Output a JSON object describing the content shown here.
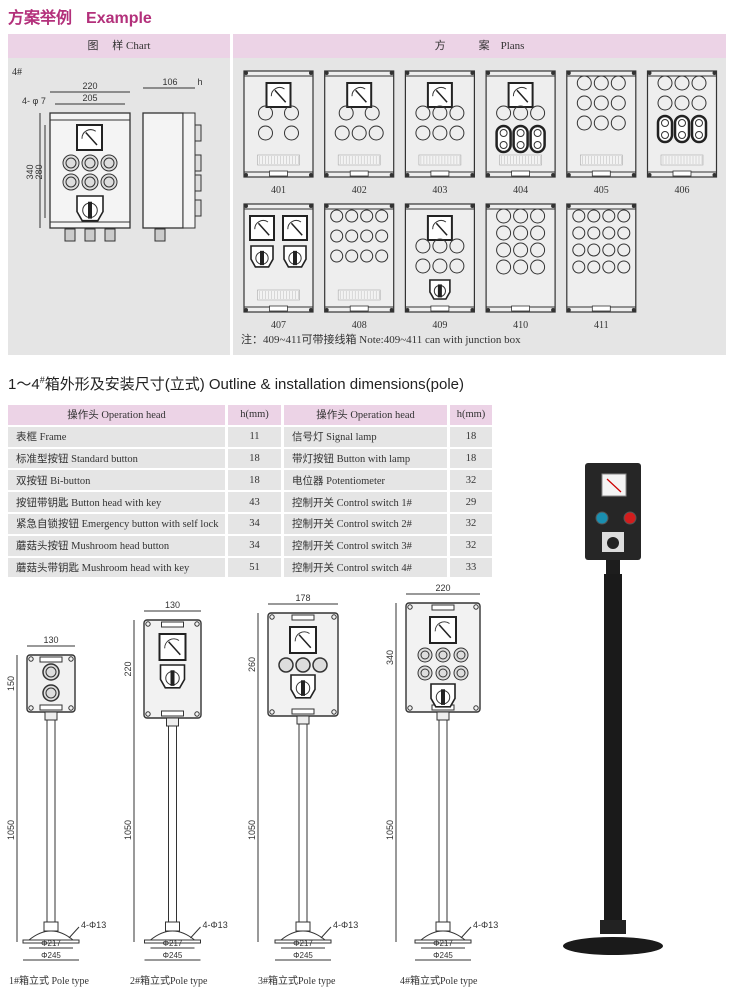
{
  "title": {
    "cn": "方案举例",
    "en": "Example"
  },
  "panel": {
    "chart_header": "图　 样 Chart",
    "plans_header": "方　　　案　Plans",
    "model_label": "4#",
    "chart_dims": {
      "width_outer": "220",
      "width_inner": "205",
      "holes": "4- φ 7",
      "height_outer": "340",
      "height_inner": "280",
      "depth": "106",
      "h": "h"
    },
    "plans": [
      "401",
      "402",
      "403",
      "404",
      "405",
      "406",
      "407",
      "408",
      "409",
      "410",
      "411"
    ],
    "note": "注：409~411可带接线箱  Note:409~411 can with junction box"
  },
  "section": {
    "prefix": "1～4",
    "sup": "#",
    "text": "箱外形及安装尺寸(立式) Outline & installation dimensions(pole)"
  },
  "table": {
    "headers": [
      "操作头 Operation head",
      "h(mm)",
      "操作头 Operation head",
      "h(mm)"
    ],
    "rows": [
      [
        "表框  Frame",
        "11",
        "信号灯 Signal lamp",
        "18"
      ],
      [
        "标准型按钮  Standard button",
        "18",
        "带灯按钮 Button with lamp",
        "18"
      ],
      [
        "双按钮  Bi-button",
        "18",
        "电位器  Potentiometer",
        "32"
      ],
      [
        "按钮带钥匙  Button head with key",
        "43",
        "控制开关  Control switch 1#",
        "29"
      ],
      [
        "紧急自锁按钮 Emergency button with self lock",
        "34",
        "控制开关 Control switch 2#",
        "32"
      ],
      [
        "蘑菇头按钮   Mushroom head button",
        "34",
        "控制开关 Control switch 3#",
        "32"
      ],
      [
        "蘑菇头带钥匙  Mushroom head with key",
        "51",
        "控制开关 Control switch 4#",
        "33"
      ]
    ]
  },
  "poles": [
    {
      "width": "130",
      "height": "150",
      "pole": "1050",
      "holes": "4-Φ13",
      "d1": "Φ217",
      "d2": "Φ245",
      "label": "1#箱立式 Pole type"
    },
    {
      "width": "130",
      "height": "220",
      "pole": "1050",
      "holes": "4-Φ13",
      "d1": "Φ217",
      "d2": "Φ245",
      "label": "2#箱立式Pole type"
    },
    {
      "width": "178",
      "height": "260",
      "pole": "1050",
      "holes": "4-Φ13",
      "d1": "Φ217",
      "d2": "Φ245",
      "label": "3#箱立式Pole type"
    },
    {
      "width": "220",
      "height": "340",
      "pole": "1050",
      "holes": "4-Φ13",
      "d1": "Φ217",
      "d2": "Φ245",
      "label": "4#箱立式Pole type"
    }
  ],
  "colors": {
    "accent": "#b3307b",
    "header_bg": "#ecd3e6",
    "panel_bg": "#e5e5e5"
  }
}
